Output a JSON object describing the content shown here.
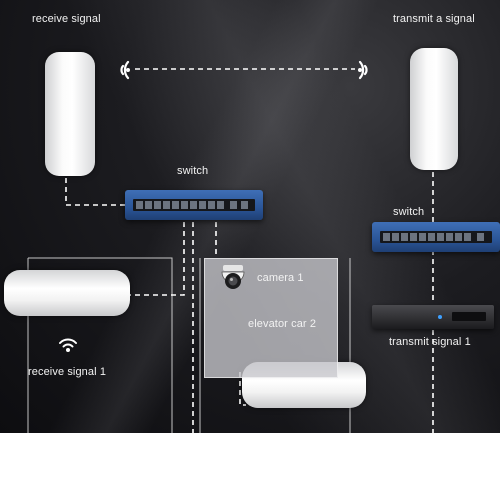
{
  "labels": {
    "receive_signal": "receive signal",
    "transmit_signal": "transmit a signal",
    "switch_top": "switch",
    "switch_right": "switch",
    "camera": "camera 1",
    "elevator_car": "elevator car 2",
    "transmit_signal_1": "transmit signal 1",
    "receive_signal_1": "receive signal 1"
  },
  "colors": {
    "background": "#1a1a1e",
    "switch_blue": "#2a5597",
    "link_white": "#ffffff",
    "cpe_white": "#f5f5f5"
  },
  "icons": {
    "wifi_left": "wifi-waves-left-icon",
    "wifi_right": "wifi-waves-right-icon",
    "wifi_receive": "wifi-waves-up-icon",
    "camera": "dome-camera-icon"
  }
}
